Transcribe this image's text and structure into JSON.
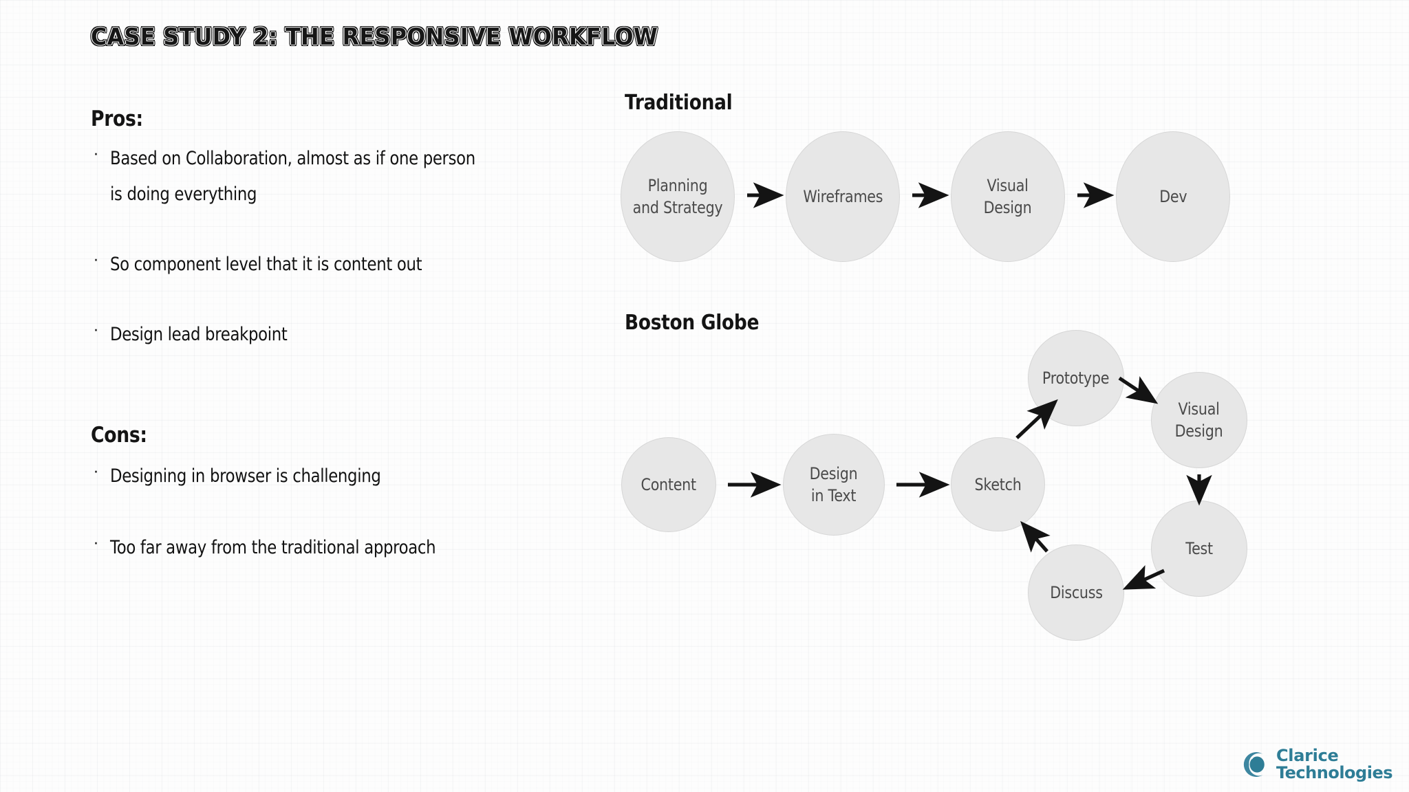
{
  "slide": {
    "title": "CASE STUDY 2: THE RESPONSIVE WORKFLOW",
    "background_color": "#fdfdfd",
    "grid_color": "#eef0f2"
  },
  "pros": {
    "heading": "Pros:",
    "bullet_glyph": "·",
    "items": [
      "Based on Collaboration, almost as if one person\nis doing everything",
      "So component level that it is content out",
      "Design lead breakpoint"
    ]
  },
  "cons": {
    "heading": "Cons:",
    "bullet_glyph": "·",
    "items": [
      "Designing in browser is challenging",
      "Too far away from the traditional approach"
    ]
  },
  "diagrams": [
    {
      "heading": "Traditional",
      "type": "linear-flow",
      "nodes": [
        {
          "label": "Planning\nand Strategy"
        },
        {
          "label": "Wireframes"
        },
        {
          "label": "Visual\nDesign"
        },
        {
          "label": "Dev"
        }
      ],
      "connections": [
        {
          "from": "Planning and Strategy",
          "to": "Wireframes"
        },
        {
          "from": "Wireframes",
          "to": "Visual Design"
        },
        {
          "from": "Visual Design",
          "to": "Dev"
        }
      ]
    },
    {
      "heading": "Boston Globe",
      "type": "linear-then-cycle",
      "nodes": [
        {
          "label": "Content"
        },
        {
          "label": "Design\nin Text"
        },
        {
          "label": "Sketch"
        },
        {
          "label": "Prototype"
        },
        {
          "label": "Visual\nDesign"
        },
        {
          "label": "Test"
        },
        {
          "label": "Discuss"
        }
      ],
      "connections": [
        {
          "from": "Content",
          "to": "Design in Text"
        },
        {
          "from": "Design in Text",
          "to": "Sketch"
        },
        {
          "from": "Sketch",
          "to": "Prototype"
        },
        {
          "from": "Prototype",
          "to": "Visual Design"
        },
        {
          "from": "Visual Design",
          "to": "Test"
        },
        {
          "from": "Test",
          "to": "Discuss"
        },
        {
          "from": "Discuss",
          "to": "Sketch"
        }
      ]
    }
  ],
  "node_style": {
    "fill": "#e7e7e7",
    "border": "#d6d6d6",
    "text": "#4a4a4a"
  },
  "logo": {
    "line1": "Clarice",
    "line2": "Technologies",
    "color": "#2e7d96",
    "mark": "clarice-swirl-icon"
  }
}
